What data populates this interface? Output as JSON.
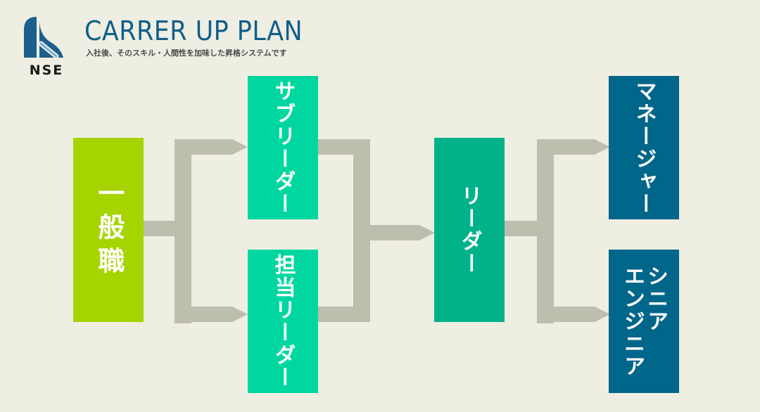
{
  "header": {
    "logo_text": "NSE",
    "title": "CARRER UP PLAN",
    "subtitle": "入社後、そのスキル・人間性を加味した昇格システムです"
  },
  "colors": {
    "background": "#efeee3",
    "connector": "#bebeae",
    "general": "#a5d400",
    "sub_leader": "#00d7a0",
    "leader": "#00b289",
    "senior": "#00668a",
    "title": "#0f5f8a"
  },
  "nodes": {
    "general": "一般職",
    "sub_leader": "サブリーダー",
    "tantou_leader": "担当リーダー",
    "leader": "リーダー",
    "manager": "マネージャー",
    "senior_engineer": "シニア\nエンジニア"
  }
}
